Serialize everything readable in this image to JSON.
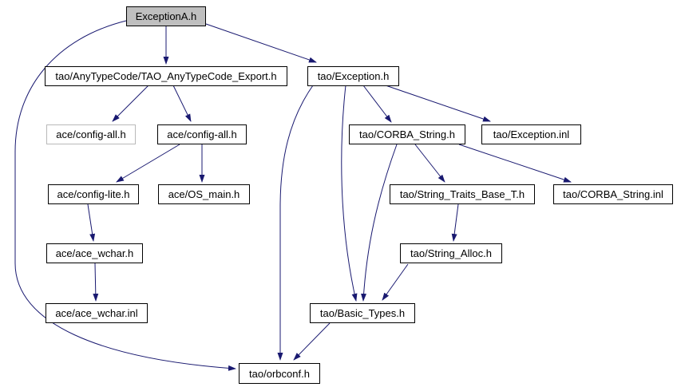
{
  "diagram": {
    "type": "include-dependency-graph",
    "root": "ExceptionA.h",
    "colors": {
      "edge": "#191970",
      "root_fill": "#bfbfbf",
      "node_fill": "#ffffff",
      "node_border": "#000000",
      "muted_border": "#b9b9b9",
      "text": "#000000"
    },
    "nodes": {
      "exceptiona": {
        "label": "ExceptionA.h"
      },
      "anytypecode_export": {
        "label": "tao/AnyTypeCode/TAO_AnyTypeCode_Export.h"
      },
      "exception_h": {
        "label": "tao/Exception.h"
      },
      "config_all_gray": {
        "label": "ace/config-all.h"
      },
      "config_all": {
        "label": "ace/config-all.h"
      },
      "corba_string_h": {
        "label": "tao/CORBA_String.h"
      },
      "exception_inl": {
        "label": "tao/Exception.inl"
      },
      "config_lite": {
        "label": "ace/config-lite.h"
      },
      "os_main": {
        "label": "ace/OS_main.h"
      },
      "string_traits_base": {
        "label": "tao/String_Traits_Base_T.h"
      },
      "corba_string_inl": {
        "label": "tao/CORBA_String.inl"
      },
      "ace_wchar_h": {
        "label": "ace/ace_wchar.h"
      },
      "string_alloc": {
        "label": "tao/String_Alloc.h"
      },
      "ace_wchar_inl": {
        "label": "ace/ace_wchar.inl"
      },
      "basic_types": {
        "label": "tao/Basic_Types.h"
      },
      "orbconf": {
        "label": "tao/orbconf.h"
      }
    },
    "edges": [
      {
        "from": "ExceptionA.h",
        "to": "tao/AnyTypeCode/TAO_AnyTypeCode_Export.h"
      },
      {
        "from": "ExceptionA.h",
        "to": "tao/Exception.h"
      },
      {
        "from": "ExceptionA.h",
        "to": "tao/orbconf.h"
      },
      {
        "from": "tao/AnyTypeCode/TAO_AnyTypeCode_Export.h",
        "to": "ace/config-all.h (gray)"
      },
      {
        "from": "tao/AnyTypeCode/TAO_AnyTypeCode_Export.h",
        "to": "ace/config-all.h"
      },
      {
        "from": "ace/config-all.h",
        "to": "ace/config-lite.h"
      },
      {
        "from": "ace/config-all.h",
        "to": "ace/OS_main.h"
      },
      {
        "from": "ace/config-lite.h",
        "to": "ace/ace_wchar.h"
      },
      {
        "from": "ace/ace_wchar.h",
        "to": "ace/ace_wchar.inl"
      },
      {
        "from": "tao/Exception.h",
        "to": "tao/CORBA_String.h"
      },
      {
        "from": "tao/Exception.h",
        "to": "tao/Exception.inl"
      },
      {
        "from": "tao/Exception.h",
        "to": "tao/Basic_Types.h"
      },
      {
        "from": "tao/Exception.h",
        "to": "tao/orbconf.h"
      },
      {
        "from": "tao/CORBA_String.h",
        "to": "tao/String_Traits_Base_T.h"
      },
      {
        "from": "tao/CORBA_String.h",
        "to": "tao/CORBA_String.inl"
      },
      {
        "from": "tao/CORBA_String.h",
        "to": "tao/Basic_Types.h"
      },
      {
        "from": "tao/String_Traits_Base_T.h",
        "to": "tao/String_Alloc.h"
      },
      {
        "from": "tao/String_Alloc.h",
        "to": "tao/Basic_Types.h"
      },
      {
        "from": "tao/Basic_Types.h",
        "to": "tao/orbconf.h"
      }
    ]
  }
}
